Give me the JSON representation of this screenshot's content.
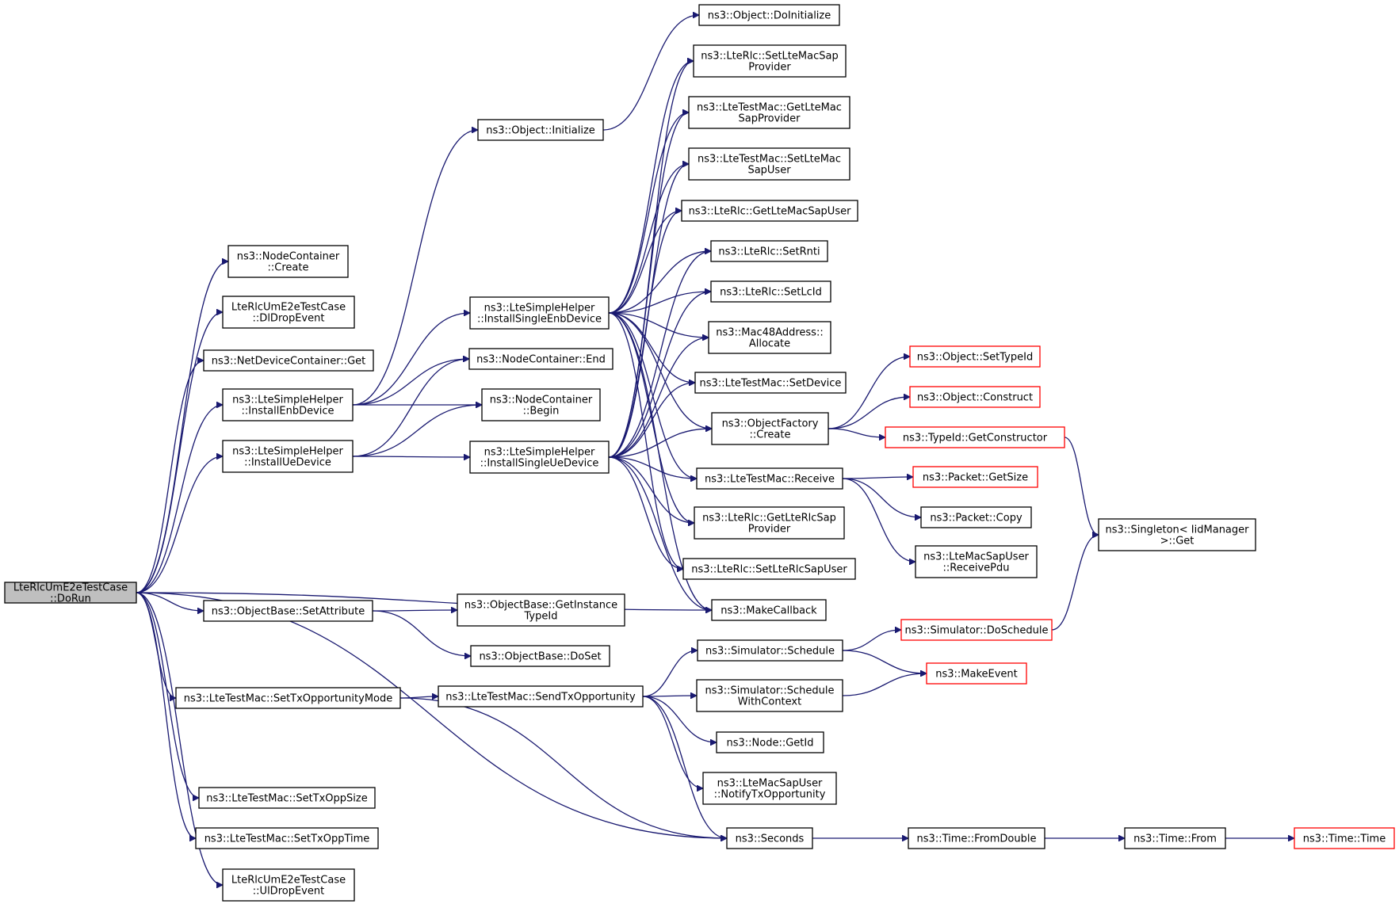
{
  "diagram": {
    "title": "",
    "nodes": [
      {
        "id": "run",
        "lines": [
          "LteRlcUmE2eTestCase",
          "::DoRun"
        ],
        "style": "root"
      },
      {
        "id": "nc_create",
        "lines": [
          "ns3::NodeContainer",
          "::Create"
        ]
      },
      {
        "id": "dldrop",
        "lines": [
          "LteRlcUmE2eTestCase",
          "::DlDropEvent"
        ]
      },
      {
        "id": "ndc_get",
        "lines": [
          "ns3::NetDeviceContainer::Get"
        ]
      },
      {
        "id": "inst_enb",
        "lines": [
          "ns3::LteSimpleHelper",
          "::InstallEnbDevice"
        ]
      },
      {
        "id": "inst_ue",
        "lines": [
          "ns3::LteSimpleHelper",
          "::InstallUeDevice"
        ]
      },
      {
        "id": "setattr",
        "lines": [
          "ns3::ObjectBase::SetAttribute"
        ]
      },
      {
        "id": "settxmode",
        "lines": [
          "ns3::LteTestMac::SetTxOpportunityMode"
        ]
      },
      {
        "id": "settxsize",
        "lines": [
          "ns3::LteTestMac::SetTxOppSize"
        ]
      },
      {
        "id": "settxtime",
        "lines": [
          "ns3::LteTestMac::SetTxOppTime"
        ]
      },
      {
        "id": "uldrop",
        "lines": [
          "LteRlcUmE2eTestCase",
          "::UlDropEvent"
        ]
      },
      {
        "id": "obj_init",
        "lines": [
          "ns3::Object::Initialize"
        ]
      },
      {
        "id": "single_enb",
        "lines": [
          "ns3::LteSimpleHelper",
          "::InstallSingleEnbDevice"
        ]
      },
      {
        "id": "nc_end",
        "lines": [
          "ns3::NodeContainer::End"
        ]
      },
      {
        "id": "nc_begin",
        "lines": [
          "ns3::NodeContainer",
          "::Begin"
        ]
      },
      {
        "id": "single_ue",
        "lines": [
          "ns3::LteSimpleHelper",
          "::InstallSingleUeDevice"
        ]
      },
      {
        "id": "getinst",
        "lines": [
          "ns3::ObjectBase::GetInstance",
          "TypeId"
        ]
      },
      {
        "id": "doset",
        "lines": [
          "ns3::ObjectBase::DoSet"
        ]
      },
      {
        "id": "sendtx",
        "lines": [
          "ns3::LteTestMac::SendTxOpportunity"
        ]
      },
      {
        "id": "doinit",
        "lines": [
          "ns3::Object::DoInitialize"
        ]
      },
      {
        "id": "setltemacsapprov",
        "lines": [
          "ns3::LteRlc::SetLteMacSap",
          "Provider"
        ]
      },
      {
        "id": "getltemacsapprov",
        "lines": [
          "ns3::LteTestMac::GetLteMac",
          "SapProvider"
        ]
      },
      {
        "id": "setltemacsapuser",
        "lines": [
          "ns3::LteTestMac::SetLteMac",
          "SapUser"
        ]
      },
      {
        "id": "getltemacsapuser",
        "lines": [
          "ns3::LteRlc::GetLteMacSapUser"
        ]
      },
      {
        "id": "setrnti",
        "lines": [
          "ns3::LteRlc::SetRnti"
        ]
      },
      {
        "id": "setlcid",
        "lines": [
          "ns3::LteRlc::SetLcId"
        ]
      },
      {
        "id": "mac48",
        "lines": [
          "ns3::Mac48Address::",
          "Allocate"
        ]
      },
      {
        "id": "setdevice",
        "lines": [
          "ns3::LteTestMac::SetDevice"
        ]
      },
      {
        "id": "objfactory",
        "lines": [
          "ns3::ObjectFactory",
          "::Create"
        ]
      },
      {
        "id": "receive",
        "lines": [
          "ns3::LteTestMac::Receive"
        ]
      },
      {
        "id": "getlterlcsap",
        "lines": [
          "ns3::LteRlc::GetLteRlcSap",
          "Provider"
        ]
      },
      {
        "id": "setlterlcsapuser",
        "lines": [
          "ns3::LteRlc::SetLteRlcSapUser"
        ]
      },
      {
        "id": "makecallback",
        "lines": [
          "ns3::MakeCallback"
        ]
      },
      {
        "id": "schedule",
        "lines": [
          "ns3::Simulator::Schedule"
        ]
      },
      {
        "id": "schedctx",
        "lines": [
          "ns3::Simulator::Schedule",
          "WithContext"
        ]
      },
      {
        "id": "getid",
        "lines": [
          "ns3::Node::GetId"
        ]
      },
      {
        "id": "notifytx",
        "lines": [
          "ns3::LteMacSapUser",
          "::NotifyTxOpportunity"
        ]
      },
      {
        "id": "seconds",
        "lines": [
          "ns3::Seconds"
        ]
      },
      {
        "id": "settypeid",
        "lines": [
          "ns3::Object::SetTypeId"
        ],
        "style": "red"
      },
      {
        "id": "construct",
        "lines": [
          "ns3::Object::Construct"
        ],
        "style": "red"
      },
      {
        "id": "getctor",
        "lines": [
          "ns3::TypeId::GetConstructor"
        ],
        "style": "red"
      },
      {
        "id": "getsize",
        "lines": [
          "ns3::Packet::GetSize"
        ],
        "style": "red"
      },
      {
        "id": "copy",
        "lines": [
          "ns3::Packet::Copy"
        ]
      },
      {
        "id": "recvpdu",
        "lines": [
          "ns3::LteMacSapUser",
          "::ReceivePdu"
        ]
      },
      {
        "id": "doschedule",
        "lines": [
          "ns3::Simulator::DoSchedule"
        ],
        "style": "red"
      },
      {
        "id": "makeevent",
        "lines": [
          "ns3::MakeEvent"
        ],
        "style": "red"
      },
      {
        "id": "fromdouble",
        "lines": [
          "ns3::Time::FromDouble"
        ]
      },
      {
        "id": "singleton",
        "lines": [
          "ns3::Singleton< IidManager",
          ">::Get"
        ]
      },
      {
        "id": "from",
        "lines": [
          "ns3::Time::From"
        ]
      },
      {
        "id": "time",
        "lines": [
          "ns3::Time::Time"
        ],
        "style": "red"
      }
    ],
    "edges": [
      [
        "run",
        "nc_create"
      ],
      [
        "run",
        "dldrop"
      ],
      [
        "run",
        "ndc_get"
      ],
      [
        "run",
        "inst_enb"
      ],
      [
        "run",
        "inst_ue"
      ],
      [
        "run",
        "makecallback"
      ],
      [
        "run",
        "setattr"
      ],
      [
        "run",
        "settxmode"
      ],
      [
        "run",
        "seconds"
      ],
      [
        "run",
        "settxsize"
      ],
      [
        "run",
        "settxtime"
      ],
      [
        "run",
        "uldrop"
      ],
      [
        "inst_enb",
        "obj_init"
      ],
      [
        "inst_enb",
        "single_enb"
      ],
      [
        "inst_enb",
        "nc_end"
      ],
      [
        "inst_enb",
        "nc_begin"
      ],
      [
        "inst_ue",
        "nc_end"
      ],
      [
        "inst_ue",
        "nc_begin"
      ],
      [
        "inst_ue",
        "single_ue"
      ],
      [
        "setattr",
        "getinst"
      ],
      [
        "setattr",
        "doset"
      ],
      [
        "settxmode",
        "sendtx"
      ],
      [
        "settxmode",
        "seconds"
      ],
      [
        "obj_init",
        "doinit"
      ],
      [
        "single_enb",
        "setltemacsapprov"
      ],
      [
        "single_enb",
        "getltemacsapprov"
      ],
      [
        "single_enb",
        "setltemacsapuser"
      ],
      [
        "single_enb",
        "getltemacsapuser"
      ],
      [
        "single_enb",
        "setrnti"
      ],
      [
        "single_enb",
        "setlcid"
      ],
      [
        "single_enb",
        "mac48"
      ],
      [
        "single_enb",
        "setdevice"
      ],
      [
        "single_enb",
        "objfactory"
      ],
      [
        "single_enb",
        "receive"
      ],
      [
        "single_enb",
        "getlterlcsap"
      ],
      [
        "single_enb",
        "setlterlcsapuser"
      ],
      [
        "single_enb",
        "makecallback"
      ],
      [
        "single_ue",
        "setltemacsapprov"
      ],
      [
        "single_ue",
        "getltemacsapprov"
      ],
      [
        "single_ue",
        "setltemacsapuser"
      ],
      [
        "single_ue",
        "getltemacsapuser"
      ],
      [
        "single_ue",
        "setrnti"
      ],
      [
        "single_ue",
        "setlcid"
      ],
      [
        "single_ue",
        "mac48"
      ],
      [
        "single_ue",
        "setdevice"
      ],
      [
        "single_ue",
        "objfactory"
      ],
      [
        "single_ue",
        "receive"
      ],
      [
        "single_ue",
        "getlterlcsap"
      ],
      [
        "single_ue",
        "setlterlcsapuser"
      ],
      [
        "single_ue",
        "makecallback"
      ],
      [
        "sendtx",
        "schedule"
      ],
      [
        "sendtx",
        "schedctx"
      ],
      [
        "sendtx",
        "getid"
      ],
      [
        "sendtx",
        "notifytx"
      ],
      [
        "sendtx",
        "seconds"
      ],
      [
        "objfactory",
        "settypeid"
      ],
      [
        "objfactory",
        "construct"
      ],
      [
        "objfactory",
        "getctor"
      ],
      [
        "receive",
        "getsize"
      ],
      [
        "receive",
        "copy"
      ],
      [
        "receive",
        "recvpdu"
      ],
      [
        "getctor",
        "singleton"
      ],
      [
        "schedule",
        "doschedule"
      ],
      [
        "schedule",
        "makeevent"
      ],
      [
        "schedctx",
        "makeevent"
      ],
      [
        "doschedule",
        "singleton"
      ],
      [
        "seconds",
        "fromdouble"
      ],
      [
        "fromdouble",
        "from"
      ],
      [
        "from",
        "time"
      ]
    ]
  }
}
